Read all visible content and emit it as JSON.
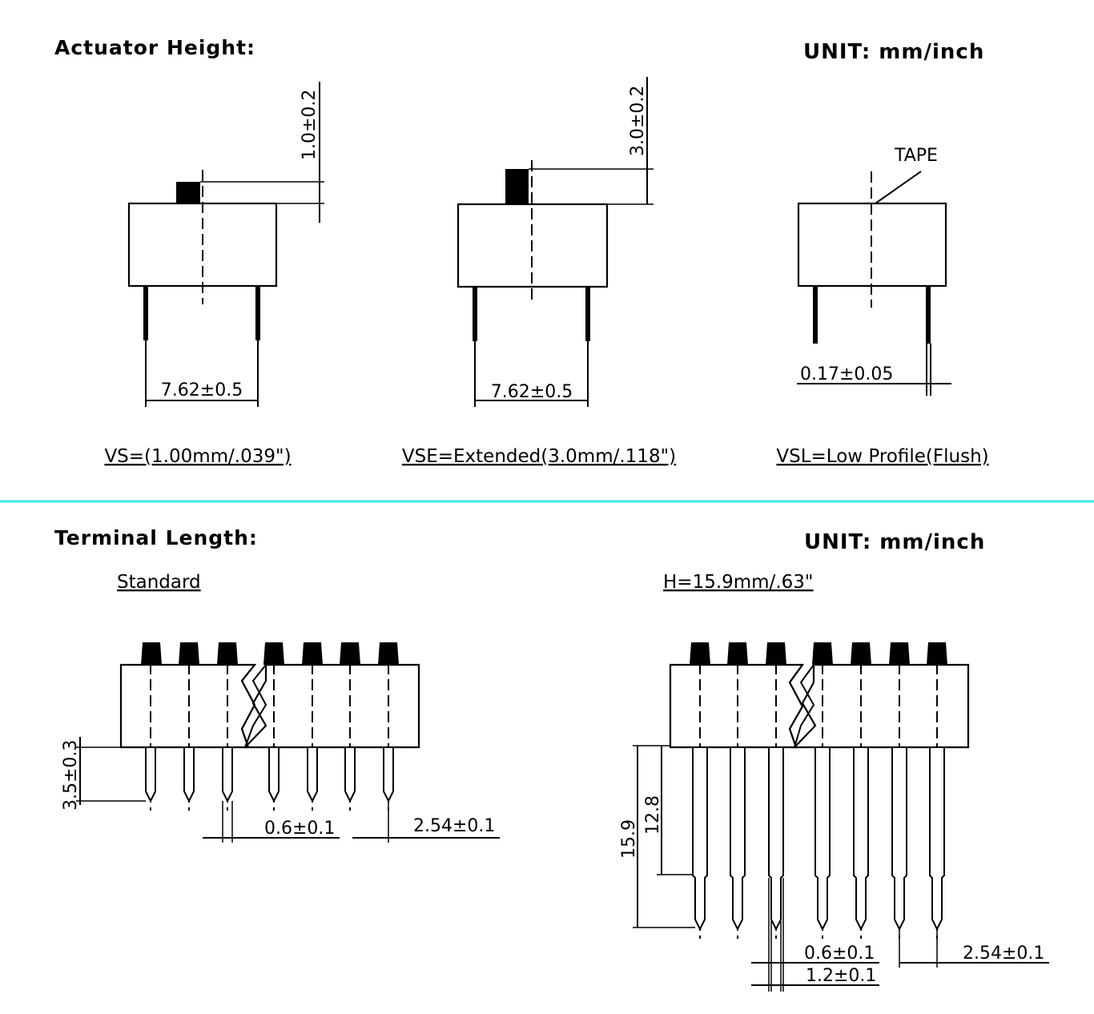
{
  "sections": {
    "actuator": {
      "heading": "Actuator  Height:",
      "unit": "UNIT:  mm/inch",
      "views": [
        {
          "height_dim": "1.0±0.2",
          "pitch_dim": "7.62±0.5",
          "caption": "VS=(1.00mm/.039\")"
        },
        {
          "height_dim": "3.0±0.2",
          "pitch_dim": "7.62±0.5",
          "caption": "VSE=Extended(3.0mm/.118\")"
        },
        {
          "tape_label": "TAPE",
          "thickness_dim": "0.17±0.05",
          "caption": "VSL=Low Profile(Flush)"
        }
      ]
    },
    "terminal": {
      "heading": "Terminal  Length:",
      "unit": "UNIT:  mm/inch",
      "standard": {
        "caption": "Standard",
        "length_dim": "3.5±0.3",
        "width_dim": "0.6±0.1",
        "pitch_dim": "2.54±0.1"
      },
      "long": {
        "caption": "H=15.9mm/.63\"",
        "total_dim": "15.9",
        "partial_dim": "12.8",
        "width_dim": "0.6±0.1",
        "shoulder_dim": "1.2±0.1",
        "pitch_dim": "2.54±0.1"
      }
    }
  },
  "colors": {
    "divider": "#3ee6e6",
    "ink": "#000000"
  }
}
